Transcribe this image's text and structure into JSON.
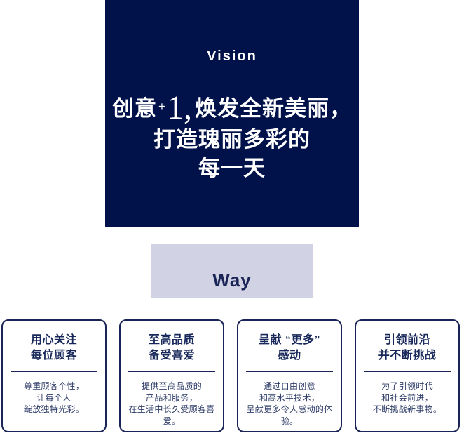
{
  "vision": {
    "label": "Vision",
    "slogan": {
      "prefix": "创意",
      "plus": "+",
      "one": "1,",
      "line1_rest": "焕发全新美丽，",
      "line2": "打造瑰丽多彩的",
      "line3": "每一天"
    }
  },
  "way": {
    "label": "Way"
  },
  "values": [
    {
      "title_line1": "用心关注",
      "title_line2": "每位顾客",
      "body_lines": [
        "尊重顾客个性，",
        "让每个人",
        "绽放独特光彩。"
      ]
    },
    {
      "title_line1": "至高品质",
      "title_line2": "备受喜爱",
      "body_lines": [
        "提供至高品质的",
        "产品和服务，",
        "在生活中长久受顾客喜爱。"
      ]
    },
    {
      "title_line1": "呈献 “更多”",
      "title_line2": "感动",
      "body_lines": [
        "通过自由创意",
        "和高水平技术，",
        "呈献更多令人感动的体验。"
      ]
    },
    {
      "title_line1": "引领前沿",
      "title_line2": "并不断挑战",
      "body_lines": [
        "为了引领时代",
        "和社会前进，",
        "不断挑战新事物。"
      ]
    }
  ],
  "colors": {
    "navy": "#01114a",
    "lavender": "#d1d3e4",
    "card_border_navy": "#1b2456",
    "title_text_navy": "#18285a",
    "body_text_navy": "#2e3c68",
    "white": "#ffffff"
  }
}
